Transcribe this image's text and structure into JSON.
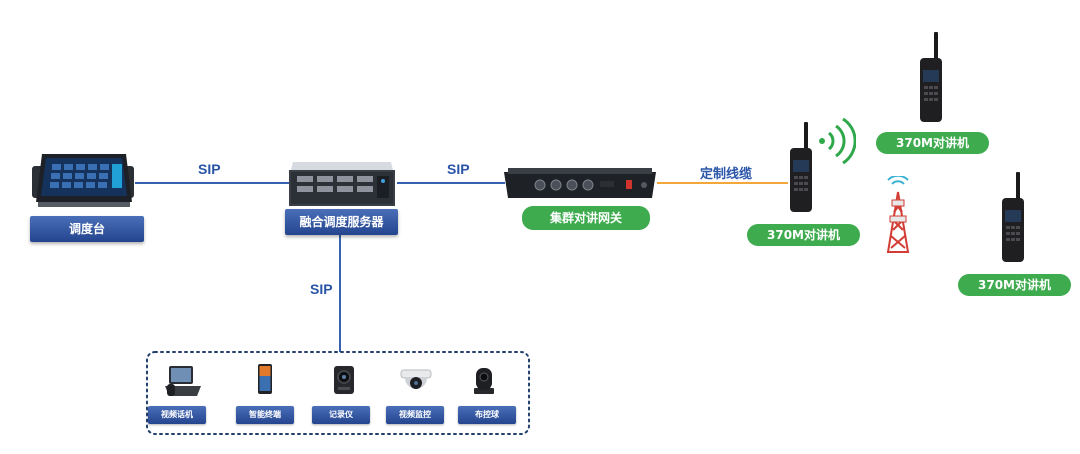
{
  "nodes": {
    "console": "调度台",
    "server": "融合调度服务器",
    "gateway": "集群对讲网关",
    "radio_center": "370M对讲机",
    "radio_top": "370M对讲机",
    "radio_bottom": "370M对讲机"
  },
  "links": {
    "console_server": "SIP",
    "server_gateway": "SIP",
    "gateway_radio": "定制线缆",
    "server_terminals": "SIP"
  },
  "terminals": [
    {
      "label": "视频话机",
      "icon": "video-phone-icon"
    },
    {
      "label": "智能终端",
      "icon": "smartphone-icon"
    },
    {
      "label": "记录仪",
      "icon": "body-camera-icon"
    },
    {
      "label": "视频监控",
      "icon": "dome-camera-icon"
    },
    {
      "label": "布控球",
      "icon": "ptz-ball-camera-icon"
    }
  ],
  "colors": {
    "line_blue": "#3561b0",
    "line_orange": "#f3a63a",
    "label_blue": "#2b4a95",
    "label_green": "#3eab4e",
    "signal_green": "#2ea84a"
  }
}
